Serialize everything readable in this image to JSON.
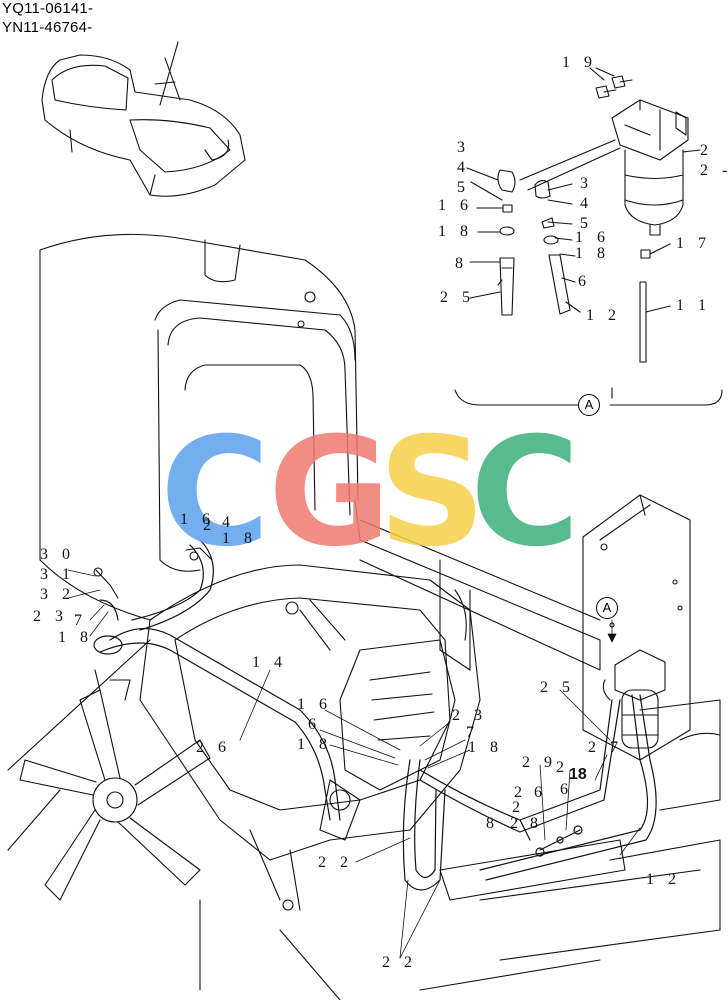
{
  "header": {
    "serial_1": "YQ11-06141-",
    "serial_2": "YN11-46764-"
  },
  "detail_marker": "A",
  "watermark": {
    "letters": [
      "C",
      "G",
      "S",
      "C"
    ],
    "colors": [
      "#5aa0ee",
      "#f07a72",
      "#f6cf4a",
      "#3bb07a"
    ]
  },
  "labels": {
    "l19": "1 9",
    "l2a": "2",
    "l2b": "2 -",
    "d3": "3",
    "d4": "4",
    "d5": "5",
    "d16": "1 6",
    "d18": "1 8",
    "d8": "8",
    "d25": "2 5",
    "e3": "3",
    "e4": "4",
    "e5": "5",
    "e16": "1 6",
    "e18": "1 8",
    "e6": "6",
    "e12": "1 2",
    "f17": "1 7",
    "f11": "1 1",
    "m30": "3 0",
    "m31": "3 1",
    "m32": "3 2",
    "m23": "2 3",
    "m7": "7",
    "m18": "1 8",
    "n16": "1 6",
    "n2": "2",
    "n4": "4",
    "n18": "1 8",
    "m14": "1 4",
    "m26": "2 6",
    "c16": "1 6",
    "c6": "6",
    "c18": "1 8",
    "c2": "2",
    "c3": "3",
    "c7": "7",
    "c18b": "1 8",
    "r25": "2 5",
    "r27": "2 7",
    "r29": "2 9",
    "r2": "2",
    "r18": "18",
    "r2b": "2",
    "r6": "6",
    "r2c": "2",
    "r6b": "6",
    "r8": "8",
    "r2d": "2",
    "r8b": "8",
    "r12": "1 2",
    "b22": "2 2",
    "b22b": "2 2"
  }
}
